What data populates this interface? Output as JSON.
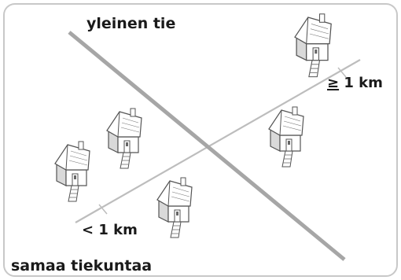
{
  "labels": {
    "road": "yleinen tie",
    "far_prefix": "≥",
    "far_suffix": " 1 km",
    "near": "< 1 km",
    "bottom": "samaa tiekuntaa"
  },
  "icons": {
    "house": "house-icon"
  },
  "colors": {
    "road": "#a6a6a6",
    "boundary": "#bdbdbd",
    "frame": "#c8c8c8",
    "house_stroke": "#555555",
    "house_fill": "#ffffff",
    "house_shade": "#d9d9d9"
  }
}
